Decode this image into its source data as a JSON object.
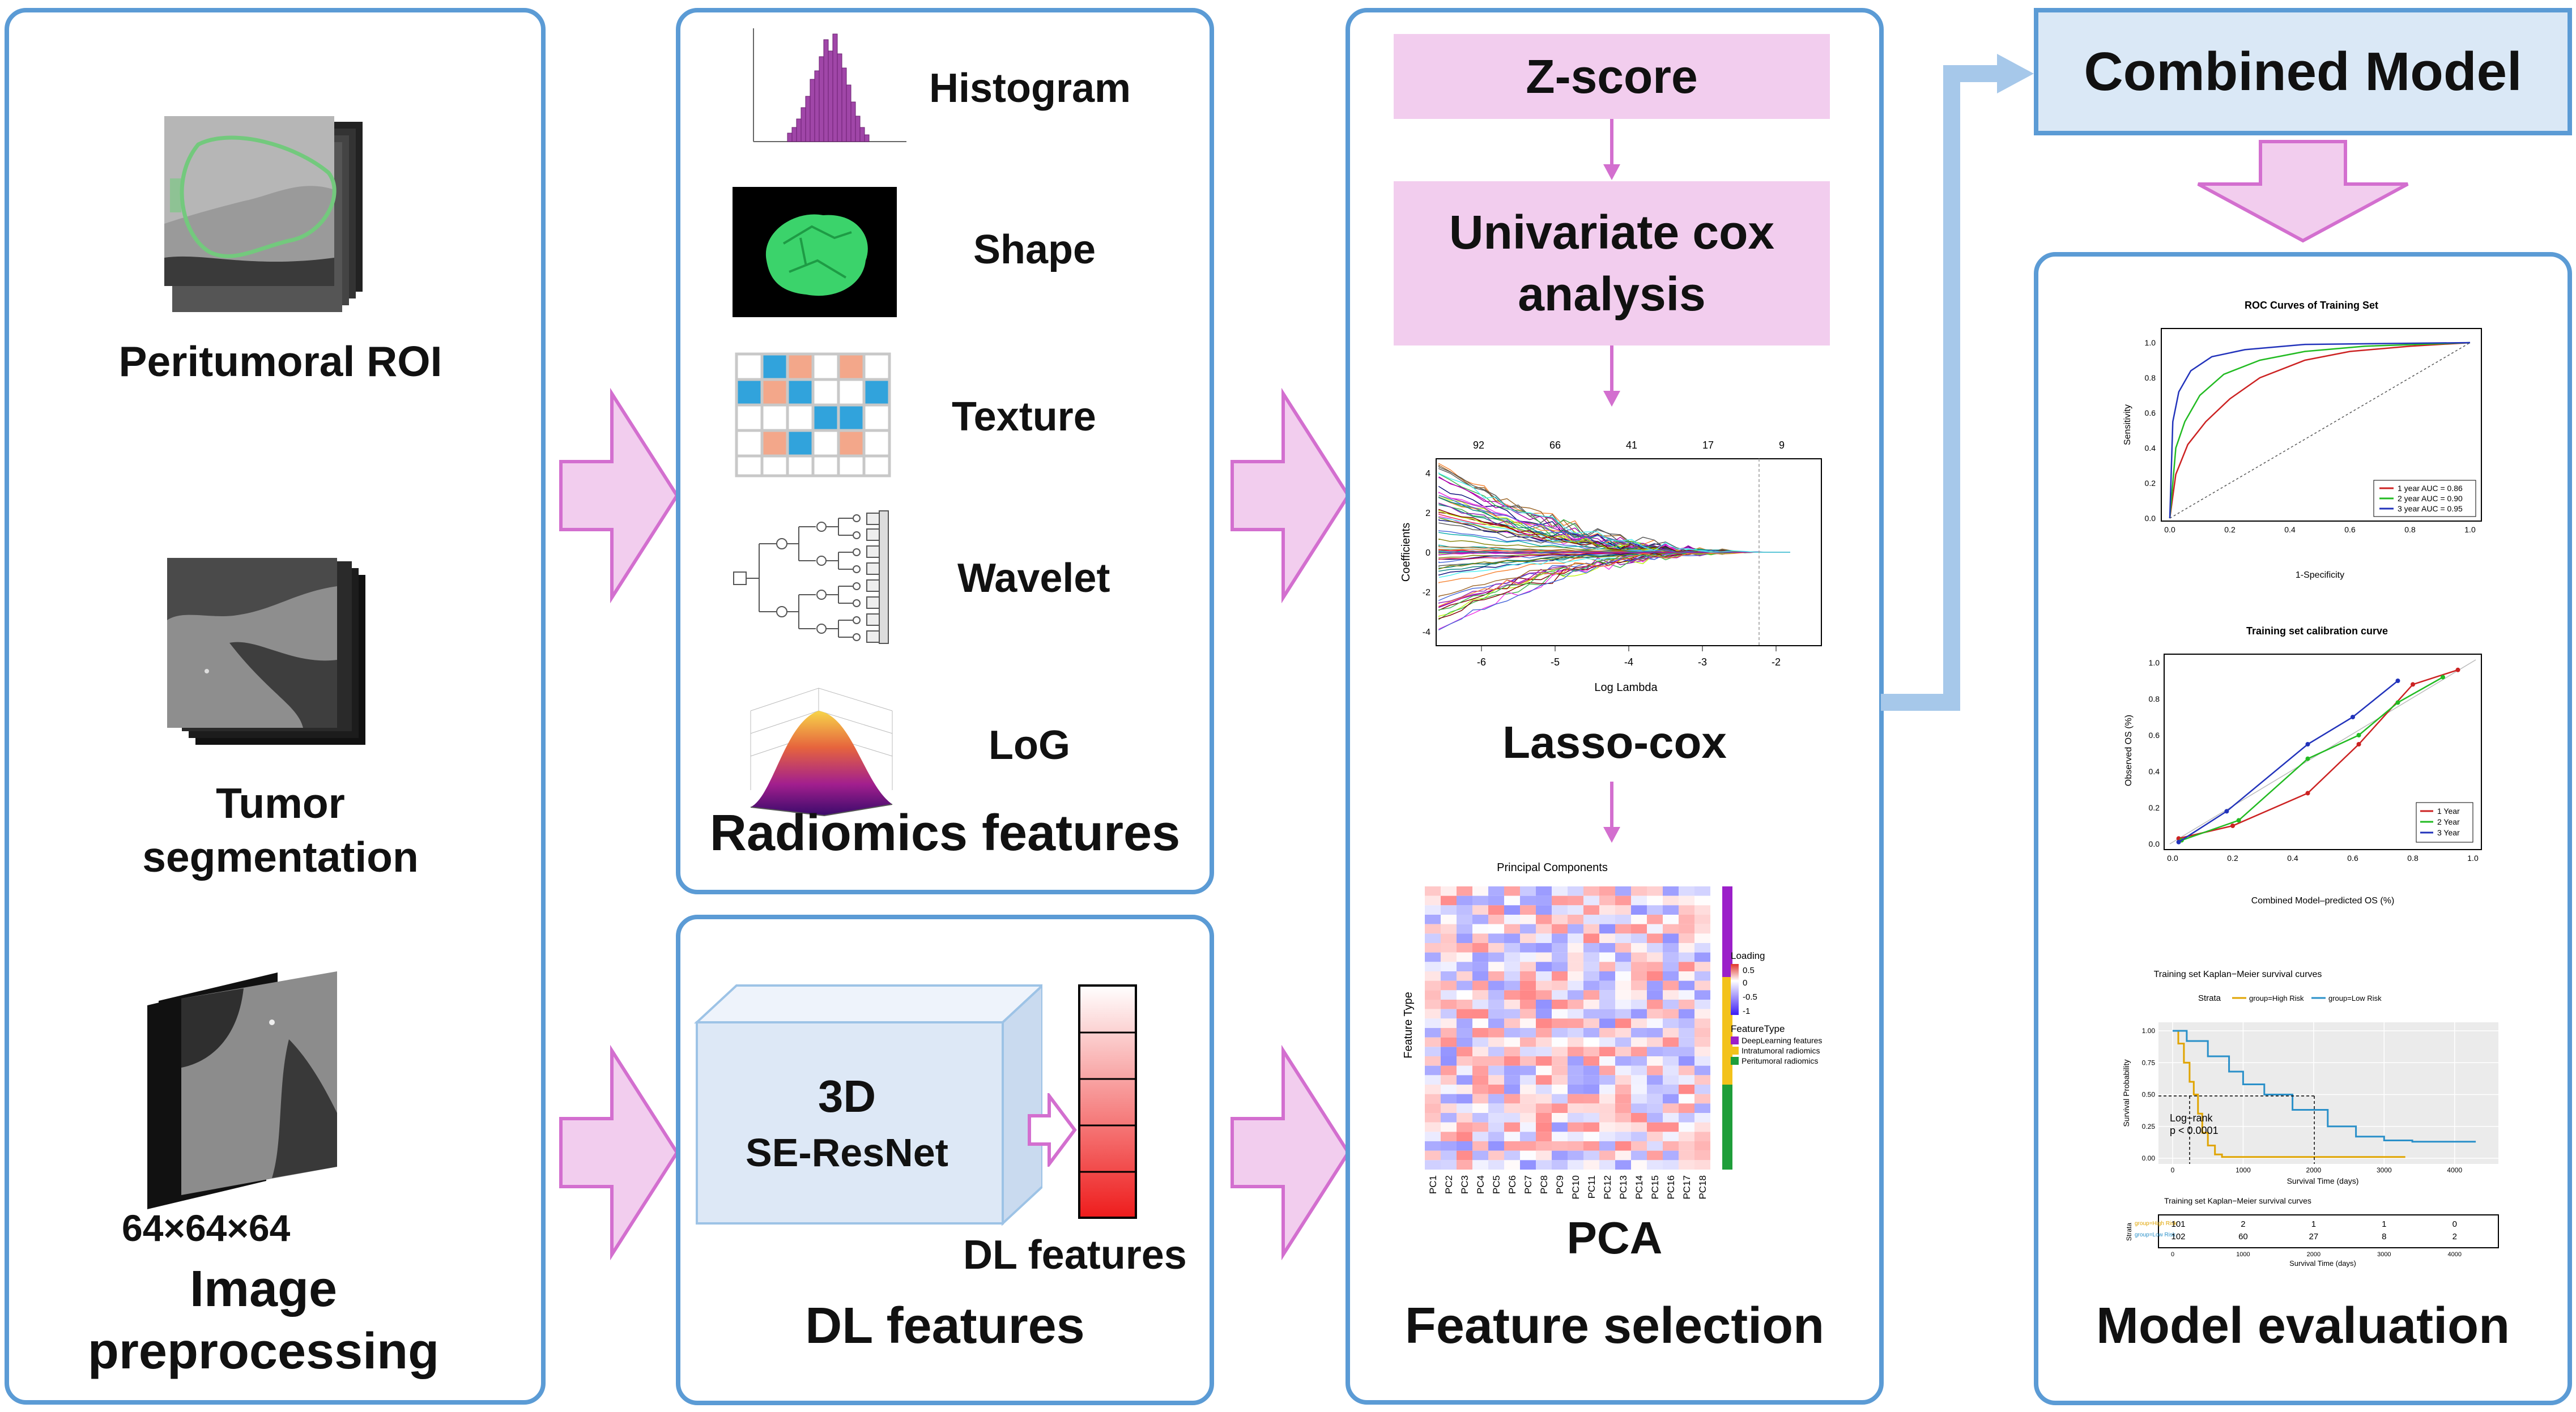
{
  "colors": {
    "panel_border": "#5b9bd5",
    "arrow_fill": "#f2cdee",
    "arrow_stroke": "#d36fcf",
    "light_blue": "#a6c8ea",
    "model_box": "#dae8f6"
  },
  "preprocessing": {
    "peritumoral_label": "Peritumoral ROI",
    "tumor_label_1": "Tumor",
    "tumor_label_2": "segmentation",
    "size_label": "64×64×64",
    "title_1": "Image",
    "title_2": "preprocessing"
  },
  "radiomics": {
    "items": [
      "Histogram",
      "Shape",
      "Texture",
      "Wavelet",
      "LoG"
    ],
    "title": "Radiomics features"
  },
  "dl": {
    "net_line1": "3D",
    "net_line2": "SE-ResNet",
    "vector_label": "DL features",
    "title": "DL features"
  },
  "selection": {
    "zscore": "Z-score",
    "cox_line1": "Univariate cox",
    "cox_line2": "analysis",
    "lasso_label": "Lasso-cox",
    "lasso_top_ticks": [
      "92",
      "66",
      "41",
      "17",
      "9"
    ],
    "lasso_x_ticks": [
      "-6",
      "-5",
      "-4",
      "-3",
      "-2"
    ],
    "lasso_y_ticks": [
      "4",
      "2",
      "0",
      "-2",
      "-4"
    ],
    "lasso_xlabel": "Log Lambda",
    "lasso_ylabel": "Coefficients",
    "pca_title": "Principal Components",
    "pca_ylabel": "Feature Type",
    "pca_cols": [
      "PC1",
      "PC2",
      "PC3",
      "PC4",
      "PC5",
      "PC6",
      "PC7",
      "PC8",
      "PC9",
      "PC10",
      "PC11",
      "PC12",
      "PC13",
      "PC14",
      "PC15",
      "PC16",
      "PC17",
      "PC18"
    ],
    "pca_legend_loading": "Loading",
    "pca_legend_ticks": [
      "0.5",
      "0",
      "-0.5",
      "-1"
    ],
    "pca_legend_type": "FeatureType",
    "pca_types": [
      "DeepLearning features",
      "Intratumoral radiomics",
      "Peritumoral radiomics"
    ],
    "pca_label": "PCA",
    "title": "Feature selection"
  },
  "model": {
    "combined": "Combined Model",
    "roc_title": "ROC Curves of Training Set",
    "roc_xlabel": "1-Specificity",
    "roc_ylabel": "Sensitivity",
    "roc_ticks": [
      "0.0",
      "0.2",
      "0.4",
      "0.6",
      "0.8",
      "1.0"
    ],
    "roc_legend": [
      "1 year AUC = 0.86",
      "2 year AUC = 0.90",
      "3 year AUC = 0.95"
    ],
    "cal_title": "Training set calibration curve",
    "cal_xlabel": "Combined Model–predicted OS (%)",
    "cal_ylabel": "Observed OS (%)",
    "cal_legend": [
      "1 Year",
      "2 Year",
      "3 Year"
    ],
    "km_title": "Training set Kaplan−Meier survival curves",
    "km_strata": "Strata",
    "km_groups": [
      "group=High Risk",
      "group=Low Risk"
    ],
    "km_ylabel": "Survival Probability",
    "km_xlabel": "Survival Time (days)",
    "km_y_ticks": [
      "1.00",
      "0.75",
      "0.50",
      "0.25",
      "0.00"
    ],
    "km_x_ticks": [
      "0",
      "1000",
      "2000",
      "3000",
      "4000"
    ],
    "km_logrank_1": "Log−rank",
    "km_logrank_2": "p < 0.0001",
    "km_table_title": "Training set Kaplan−Meier survival curves",
    "km_table_strata": "Strata",
    "km_table_rows": [
      [
        "101",
        "2",
        "1",
        "1",
        "0"
      ],
      [
        "102",
        "60",
        "27",
        "8",
        "2"
      ]
    ],
    "title": "Model evaluation"
  }
}
